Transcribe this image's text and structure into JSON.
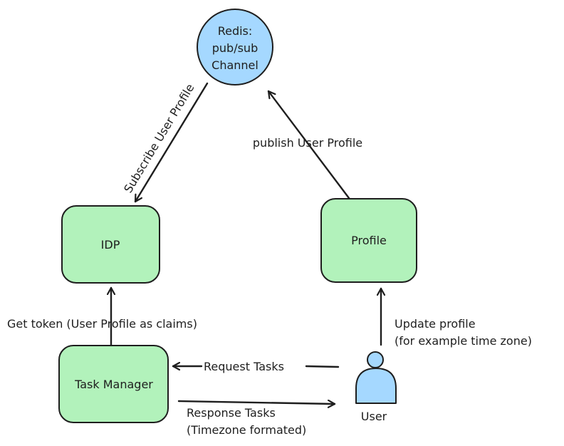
{
  "colors": {
    "service_fill": "#b2f2bb",
    "channel_fill": "#a5d8ff",
    "actor_fill": "#a5d8ff",
    "stroke": "#1e1e1e"
  },
  "nodes": {
    "redis": {
      "lines": [
        "Redis:",
        "pub/sub",
        "Channel"
      ]
    },
    "idp": {
      "label": "IDP"
    },
    "profile": {
      "label": "Profile"
    },
    "task_manager": {
      "label": "Task Manager"
    },
    "user": {
      "label": "User",
      "icon": "person-icon"
    }
  },
  "edges": {
    "subscribe": {
      "label": "Subscribe User Profile"
    },
    "publish": {
      "label": "publish User Profile"
    },
    "get_token": {
      "label": "Get token (User Profile as claims)"
    },
    "update_profile": {
      "lines": [
        "Update profile",
        "(for example time zone)"
      ]
    },
    "request_tasks": {
      "label": "Request Tasks"
    },
    "response_tasks": {
      "lines": [
        "Response Tasks",
        "(Timezone formated)"
      ]
    }
  }
}
